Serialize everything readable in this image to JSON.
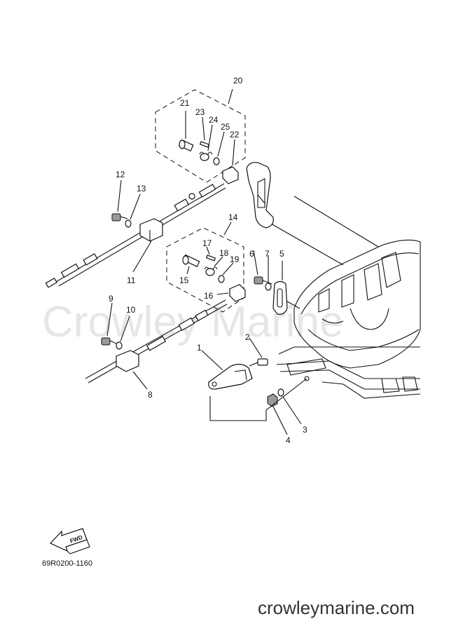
{
  "watermark": "Crowley Marine",
  "site_url": "crowleymarine.com",
  "diagram_code": "69R0200-1160",
  "fwd_label": "FWD",
  "callouts": [
    {
      "id": "c1",
      "text": "1"
    },
    {
      "id": "c2",
      "text": "2"
    },
    {
      "id": "c3",
      "text": "3"
    },
    {
      "id": "c4",
      "text": "4"
    },
    {
      "id": "c5",
      "text": "5"
    },
    {
      "id": "c6",
      "text": "6"
    },
    {
      "id": "c7",
      "text": "7"
    },
    {
      "id": "c8",
      "text": "8"
    },
    {
      "id": "c9",
      "text": "9"
    },
    {
      "id": "c10",
      "text": "10"
    },
    {
      "id": "c11",
      "text": "11"
    },
    {
      "id": "c12",
      "text": "12"
    },
    {
      "id": "c13",
      "text": "13"
    },
    {
      "id": "c14",
      "text": "14"
    },
    {
      "id": "c15",
      "text": "15"
    },
    {
      "id": "c16",
      "text": "16"
    },
    {
      "id": "c17",
      "text": "17"
    },
    {
      "id": "c18",
      "text": "18"
    },
    {
      "id": "c19",
      "text": "19"
    },
    {
      "id": "c20",
      "text": "20"
    },
    {
      "id": "c21",
      "text": "21"
    },
    {
      "id": "c22",
      "text": "22"
    },
    {
      "id": "c23",
      "text": "23"
    },
    {
      "id": "c24",
      "text": "24"
    },
    {
      "id": "c25",
      "text": "25"
    }
  ]
}
